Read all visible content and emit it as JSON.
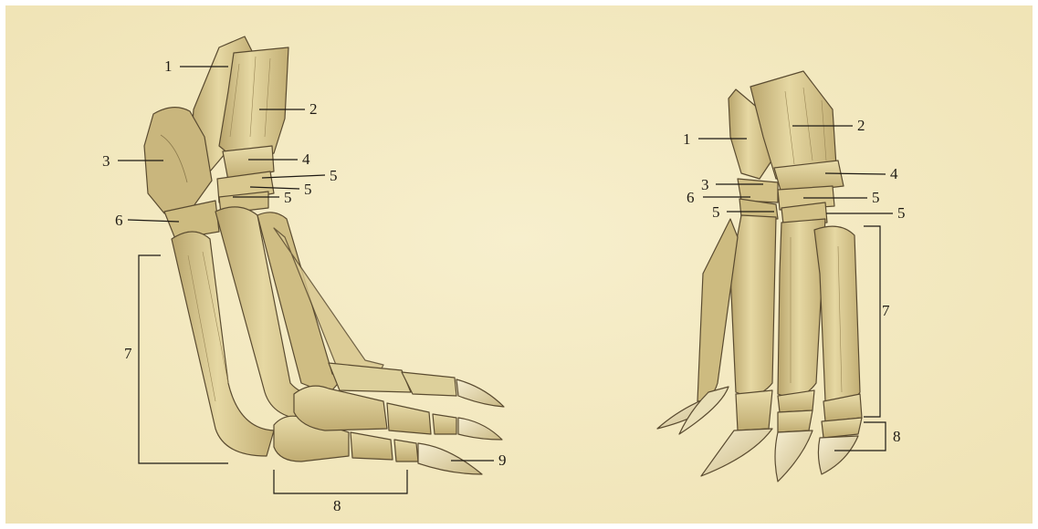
{
  "colors": {
    "background": "#f4ebc4",
    "bone_fill": "#d8c78e",
    "bone_light": "#ebdfae",
    "bone_shadow": "#a89662",
    "outline": "#5a4b30",
    "leader": "#1e1a14"
  },
  "left_foot": {
    "labels": {
      "l1": "1",
      "l2": "2",
      "l3": "3",
      "l4": "4",
      "l5a": "5",
      "l5b": "5",
      "l5c": "5",
      "l6": "6",
      "l7": "7",
      "l8": "8",
      "l9": "9"
    }
  },
  "right_foot": {
    "labels": {
      "l1": "1",
      "l2": "2",
      "l3": "3",
      "l4": "4",
      "l5a": "5",
      "l5b": "5",
      "l5c": "5",
      "l6": "6",
      "l7": "7",
      "l8": "8"
    }
  }
}
